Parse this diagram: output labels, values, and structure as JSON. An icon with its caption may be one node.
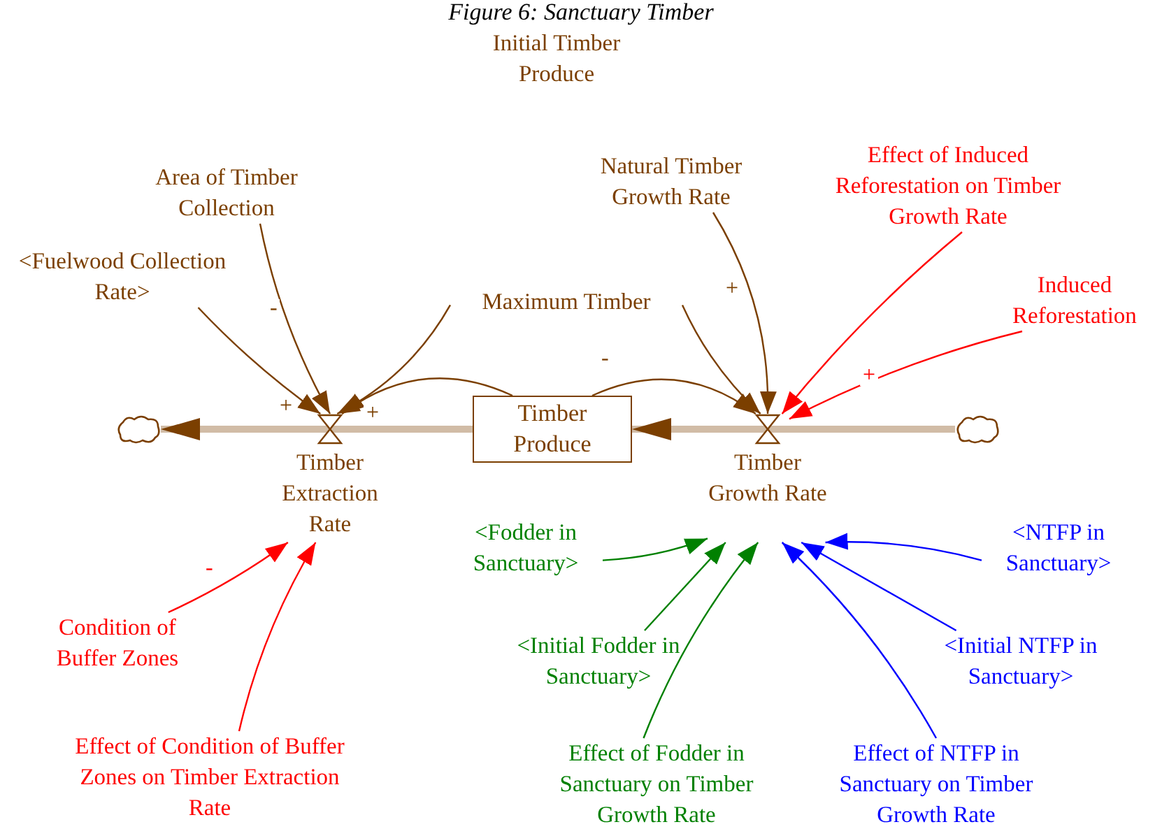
{
  "diagram": {
    "title": "Figure 6: Sanctuary Timber",
    "nodes": [
      {
        "text": [],
        "shape": "cloud"
      },
      {
        "text": [
          "Timber Extraction Rate"
        ]
      },
      {
        "text": [
          "Timber Produce"
        ]
      },
      {
        "text": [
          "Timber Growth Rate"
        ]
      },
      {
        "text": [],
        "shape": "cloud"
      },
      {
        "text": [
          "Area of Timber Collection"
        ]
      },
      {
        "text": [
          "<Fuelwood Collection Rate>"
        ]
      },
      {
        "text": [
          "Maximum Timber"
        ]
      },
      {
        "text": [
          "Natural Timber Growth Rate"
        ]
      },
      {
        "text": [
          "Effect of Induced Reforestation on Timber Growth Rate"
        ]
      },
      {
        "text": [
          "Induced Reforestation"
        ]
      },
      {
        "text": [
          "Condition of Buffer Zones"
        ]
      },
      {
        "text": [
          "Effect of Condition of Buffer Zones on Timber Extraction Rate"
        ]
      },
      {
        "text": [
          "<Fodder in Sanctuary>"
        ]
      },
      {
        "text": [
          "<Initial Fodder in Sanctuary>"
        ]
      },
      {
        "text": [
          "Effect of Fodder in Sanctuary on Timber Growth Rate"
        ]
      },
      {
        "text": [
          "Effect of NTFP in Sanctuary on Timber Growth Rate"
        ]
      },
      {
        "text": [
          "<Initial NTFP in Sanctuary>"
        ]
      },
      {
        "text": [
          "<NTFP in Sanctuary>"
        ]
      }
    ],
    "edges": [
      {
        "from": 2,
        "to": 1,
        "arrow": "none",
        "style": "thick"
      },
      {
        "from": 1,
        "to": 0,
        "arrow": "to",
        "style": "thick"
      },
      {
        "from": 4,
        "to": 3,
        "arrow": "none",
        "style": "thick"
      },
      {
        "from": 3,
        "to": 2,
        "arrow": "to",
        "style": "thick"
      },
      {
        "from": 5,
        "to": 1,
        "arrow": "to",
        "label": "-"
      },
      {
        "from": 6,
        "to": 1,
        "arrow": "to",
        "label": "+"
      },
      {
        "from": 2,
        "to": 1,
        "arrow": "to",
        "label": "+"
      },
      {
        "from": 7,
        "to": 1,
        "arrow": "to"
      },
      {
        "from": 8,
        "to": 3,
        "arrow": "to",
        "label": "+"
      },
      {
        "from": 7,
        "to": 3,
        "arrow": "to"
      },
      {
        "from": 2,
        "to": 3,
        "arrow": "to",
        "label": "-"
      },
      {
        "from": 9,
        "to": 3,
        "arrow": "to",
        "color": "#ff0000"
      },
      {
        "from": 10,
        "to": 3,
        "arrow": "to",
        "label": "+",
        "color": "#ff0000"
      },
      {
        "from": 11,
        "to": 1,
        "arrow": "to",
        "label": "-",
        "color": "#ff0000"
      },
      {
        "from": 12,
        "to": 1,
        "arrow": "to",
        "color": "#ff0000"
      },
      {
        "from": 13,
        "to": 3,
        "arrow": "to",
        "color": "#008000"
      },
      {
        "from": 14,
        "to": 3,
        "arrow": "to",
        "color": "#008000"
      },
      {
        "from": 15,
        "to": 3,
        "arrow": "to",
        "color": "#008000"
      },
      {
        "from": 16,
        "to": 3,
        "arrow": "to",
        "color": "#0000ff"
      },
      {
        "from": 17,
        "to": 3,
        "arrow": "to",
        "color": "#0000ff"
      },
      {
        "from": 18,
        "to": 3,
        "arrow": "to",
        "color": "#0000ff"
      }
    ],
    "labels": [
      "Initial Timber Produce"
    ]
  }
}
